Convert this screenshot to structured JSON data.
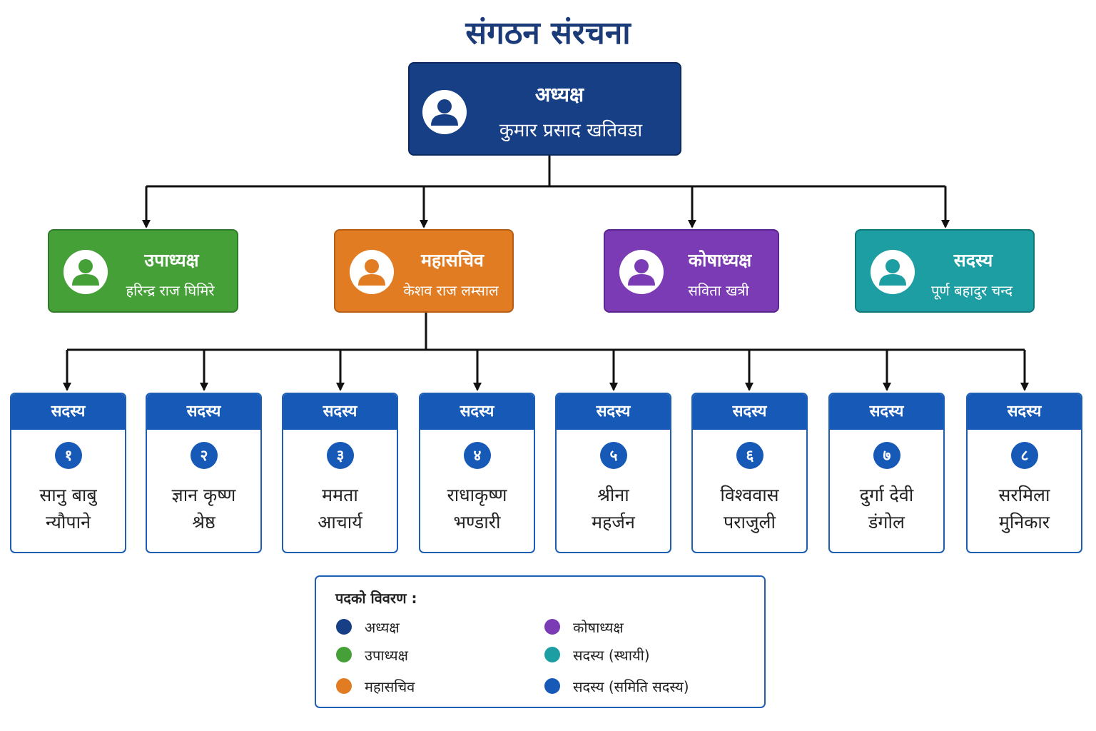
{
  "title": "संगठन संरचना",
  "top": {
    "role": "अध्यक्ष",
    "name": "कुमार प्रसाद खतिवडा",
    "color": "#173f86",
    "icon": "person-icon"
  },
  "officers": [
    {
      "role": "उपाध्यक्ष",
      "name": "हरिन्द्र राज घिमिरे",
      "color": "#45a038",
      "icon": "person-icon"
    },
    {
      "role": "महासचिव",
      "name": "केशव राज लम्साल",
      "color": "#e27c22",
      "icon": "person-icon"
    },
    {
      "role": "कोषाध्यक्ष",
      "name": "सविता खत्री",
      "color": "#7b3bb5",
      "icon": "person-icon"
    },
    {
      "role": "सदस्य",
      "name": "पूर्ण बहादुर चन्द",
      "color": "#1c9ea2",
      "icon": "person-icon"
    }
  ],
  "members": [
    {
      "header": "सदस्य",
      "number": "१",
      "name_line1": "सानु बाबु",
      "name_line2": "न्यौपाने"
    },
    {
      "header": "सदस्य",
      "number": "२",
      "name_line1": "ज्ञान कृष्ण",
      "name_line2": "श्रेष्ठ"
    },
    {
      "header": "सदस्य",
      "number": "३",
      "name_line1": "ममता",
      "name_line2": "आचार्य"
    },
    {
      "header": "सदस्य",
      "number": "४",
      "name_line1": "राधाकृष्ण",
      "name_line2": "भण्डारी"
    },
    {
      "header": "सदस्य",
      "number": "५",
      "name_line1": "श्रीना",
      "name_line2": "महर्जन"
    },
    {
      "header": "सदस्य",
      "number": "६",
      "name_line1": "विश्ववास",
      "name_line2": "पराजुली"
    },
    {
      "header": "सदस्य",
      "number": "७",
      "name_line1": "दुर्गा देवी",
      "name_line2": "डंगोल"
    },
    {
      "header": "सदस्य",
      "number": "८",
      "name_line1": "सरमिला",
      "name_line2": "मुनिकार"
    }
  ],
  "member_color": "#1759b6",
  "legend": {
    "title": "पदको विवरण :",
    "items": [
      {
        "label": "अध्यक्ष",
        "color": "#173f86"
      },
      {
        "label": "उपाध्यक्ष",
        "color": "#45a038"
      },
      {
        "label": "महासचिव",
        "color": "#e27c22"
      },
      {
        "label": "कोषाध्यक्ष",
        "color": "#7b3bb5"
      },
      {
        "label": "सदस्य (स्थायी)",
        "color": "#1c9ea2"
      },
      {
        "label": "सदस्य (समिति सदस्य)",
        "color": "#1759b6"
      }
    ]
  }
}
